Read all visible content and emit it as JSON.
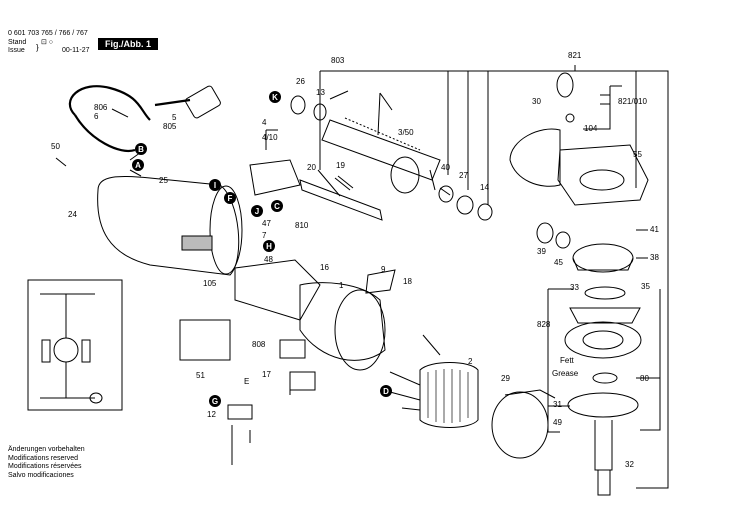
{
  "header": {
    "doc_number": "0 601 703 765 / 766 / 767",
    "stand_label": "Stand",
    "issue_label": "Issue",
    "issue_date": "00-11-27",
    "figure_label": "Fig./Abb. 1"
  },
  "notes": [
    "Änderungen vorbehalten",
    "Modifications reserved",
    "Modifications réservées",
    "Salvo modificaciones"
  ],
  "part_numbers": [
    "803",
    "821",
    "30",
    "821/010",
    "104",
    "55",
    "26",
    "13",
    "3/50",
    "40",
    "27",
    "14",
    "41",
    "806",
    "6",
    "5",
    "805",
    "50",
    "24",
    "25",
    "4",
    "4/10",
    "20",
    "19",
    "47",
    "7",
    "810",
    "48",
    "16",
    "105",
    "9",
    "18",
    "1",
    "38",
    "39",
    "45",
    "33",
    "35",
    "828",
    "808",
    "2",
    "80",
    "17",
    "51",
    "12",
    "29",
    "31",
    "49",
    "32",
    "E",
    "Fett",
    "Grease"
  ],
  "callout_letters": [
    "K",
    "A",
    "B",
    "I",
    "F",
    "J",
    "C",
    "H",
    "G",
    "D"
  ]
}
